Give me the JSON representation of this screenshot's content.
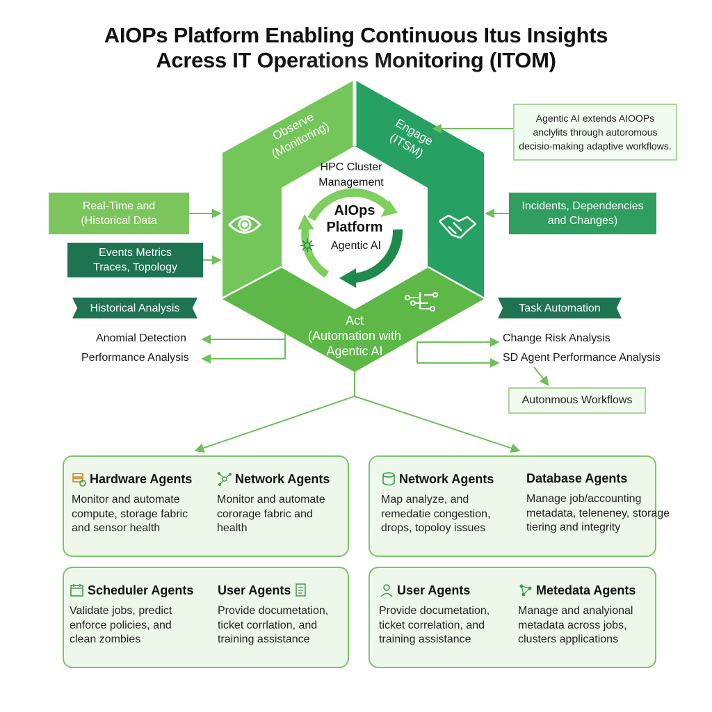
{
  "title": {
    "line1": "AIOPs Platform Enabling Continuous Itus Insights",
    "line2": "Acress IT Operations Monitoring (ITOM)"
  },
  "hexagon": {
    "observe": "Observe\n(Monitoring)",
    "engage": "Engage\n(ITSM)",
    "act": "Act\n(Automation with\nAgentic AI",
    "center_top": "HPC Cluster\nManagement",
    "center_main": "AIOps\nPlatform",
    "center_sub": "Agentic AI"
  },
  "left": {
    "realtime": "Real-Time and\n(Historical Data",
    "events": "Events Metrics\nTraces, Topology",
    "historical": "Historical Analysis",
    "anomaly": "Anomial Detection",
    "performance": "Performance Analysis"
  },
  "right": {
    "note": "Agentic AI extends AIOOPs\nanclylits through autoromous\ndecisio-making adaptive workflows.",
    "incidents": "Incidents, Dependencies\nand Changes)",
    "task": "Task Automation",
    "change_risk": "Change Risk Analysis",
    "sd_agent": "SD Agent Performance Analysis",
    "workflows": "Autonmous Workflows"
  },
  "cards": [
    {
      "left": {
        "name": "Hardware Agents",
        "icon": "server-gear-icon",
        "desc": "Monitor and automate\ncompute, storage fabric\nand sensor health"
      },
      "right": {
        "name": "Network Agents",
        "icon": "network-nodes-icon",
        "desc": "Monitor and automate\ncororage fabric and\nhealth"
      }
    },
    {
      "left": {
        "name": "Network Agents",
        "icon": "database-icon",
        "desc": "Map analyze, and\nremedatie congestion,\ndrops, topoloy issues"
      },
      "right": {
        "name": "Database Agents",
        "icon": "",
        "desc": "Manage job/accounting\nmetadata, teleneney, storage\ntiering and integrity"
      }
    },
    {
      "left": {
        "name": "Scheduler Agents",
        "icon": "calendar-icon",
        "desc": "Validate jobs, predict\nenforce policies, and\nclean zombies"
      },
      "right": {
        "name": "User Agents",
        "icon": "documents-icon",
        "desc": "Provide documetation,\nticket corrlation, and\ntraining assistance"
      }
    },
    {
      "left": {
        "name": "User Agents",
        "icon": "support-person-icon",
        "desc": "Provide documetation,\nticket correlation, and\ntraining assistance"
      },
      "right": {
        "name": "Metedata Agents",
        "icon": "metadata-nodes-icon",
        "desc": "Manage and analyional\nmetadata across jobs,\nclusters applications"
      }
    }
  ],
  "colors": {
    "light_green": "#72c457",
    "mid_green": "#2e9e5a",
    "dark_green": "#1f7f5a",
    "ribbon_dark": "#1e7350",
    "ribbon_light": "#7cc45c"
  }
}
